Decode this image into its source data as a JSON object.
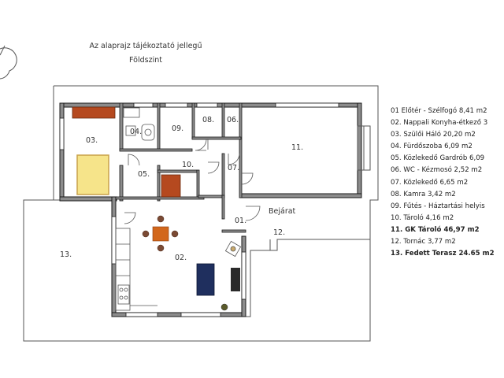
{
  "header": {
    "title": "Az alaprajz tájékoztató jellegű",
    "subtitle": "Földszint"
  },
  "rooms": [
    {
      "num": "01."
    },
    {
      "num": "02."
    },
    {
      "num": "03."
    },
    {
      "num": "04."
    },
    {
      "num": "05."
    },
    {
      "num": "06."
    },
    {
      "num": "07."
    },
    {
      "num": "08."
    },
    {
      "num": "09."
    },
    {
      "num": "10."
    },
    {
      "num": "11."
    },
    {
      "num": "12."
    },
    {
      "num": "13."
    }
  ],
  "entrance_label": "Bejárat",
  "legend": [
    {
      "text": "01 Előtér - Szélfogó 8,41 m2",
      "bold": false
    },
    {
      "text": "02. Nappali Konyha-étkező 3",
      "bold": false
    },
    {
      "text": "03. Szülői Háló 20,20 m2",
      "bold": false
    },
    {
      "text": "04. Fürdőszoba 6,09 m2",
      "bold": false
    },
    {
      "text": "05. Közlekedő Gardrób 6,09",
      "bold": false
    },
    {
      "text": "06. WC - Kézmosó 2,52 m2",
      "bold": false
    },
    {
      "text": "07. Közlekedő 6,65 m2",
      "bold": false
    },
    {
      "text": "08. Kamra 3,42 m2",
      "bold": false
    },
    {
      "text": "09. Fűtés - Háztartási helyis",
      "bold": false
    },
    {
      "text": "10. Tároló 4,16 m2",
      "bold": false
    },
    {
      "text": "11. GK Tároló 46,97 m2",
      "bold": true
    },
    {
      "text": "12. Tornác 3,77 m2",
      "bold": false
    },
    {
      "text": "13. Fedett Terasz 24.65 m2",
      "bold": true
    }
  ],
  "colors": {
    "wall": "#1a1a1a",
    "wall_fill": "#8c8c8c",
    "bed": "#f6e48a",
    "bed_border": "#c8a24a",
    "furniture_brown": "#b5491f",
    "table_orange": "#d2671c",
    "chair": "#7a4a34",
    "sofa_blue": "#1f2f5e",
    "thin_line": "#555555",
    "bg": "#ffffff"
  }
}
